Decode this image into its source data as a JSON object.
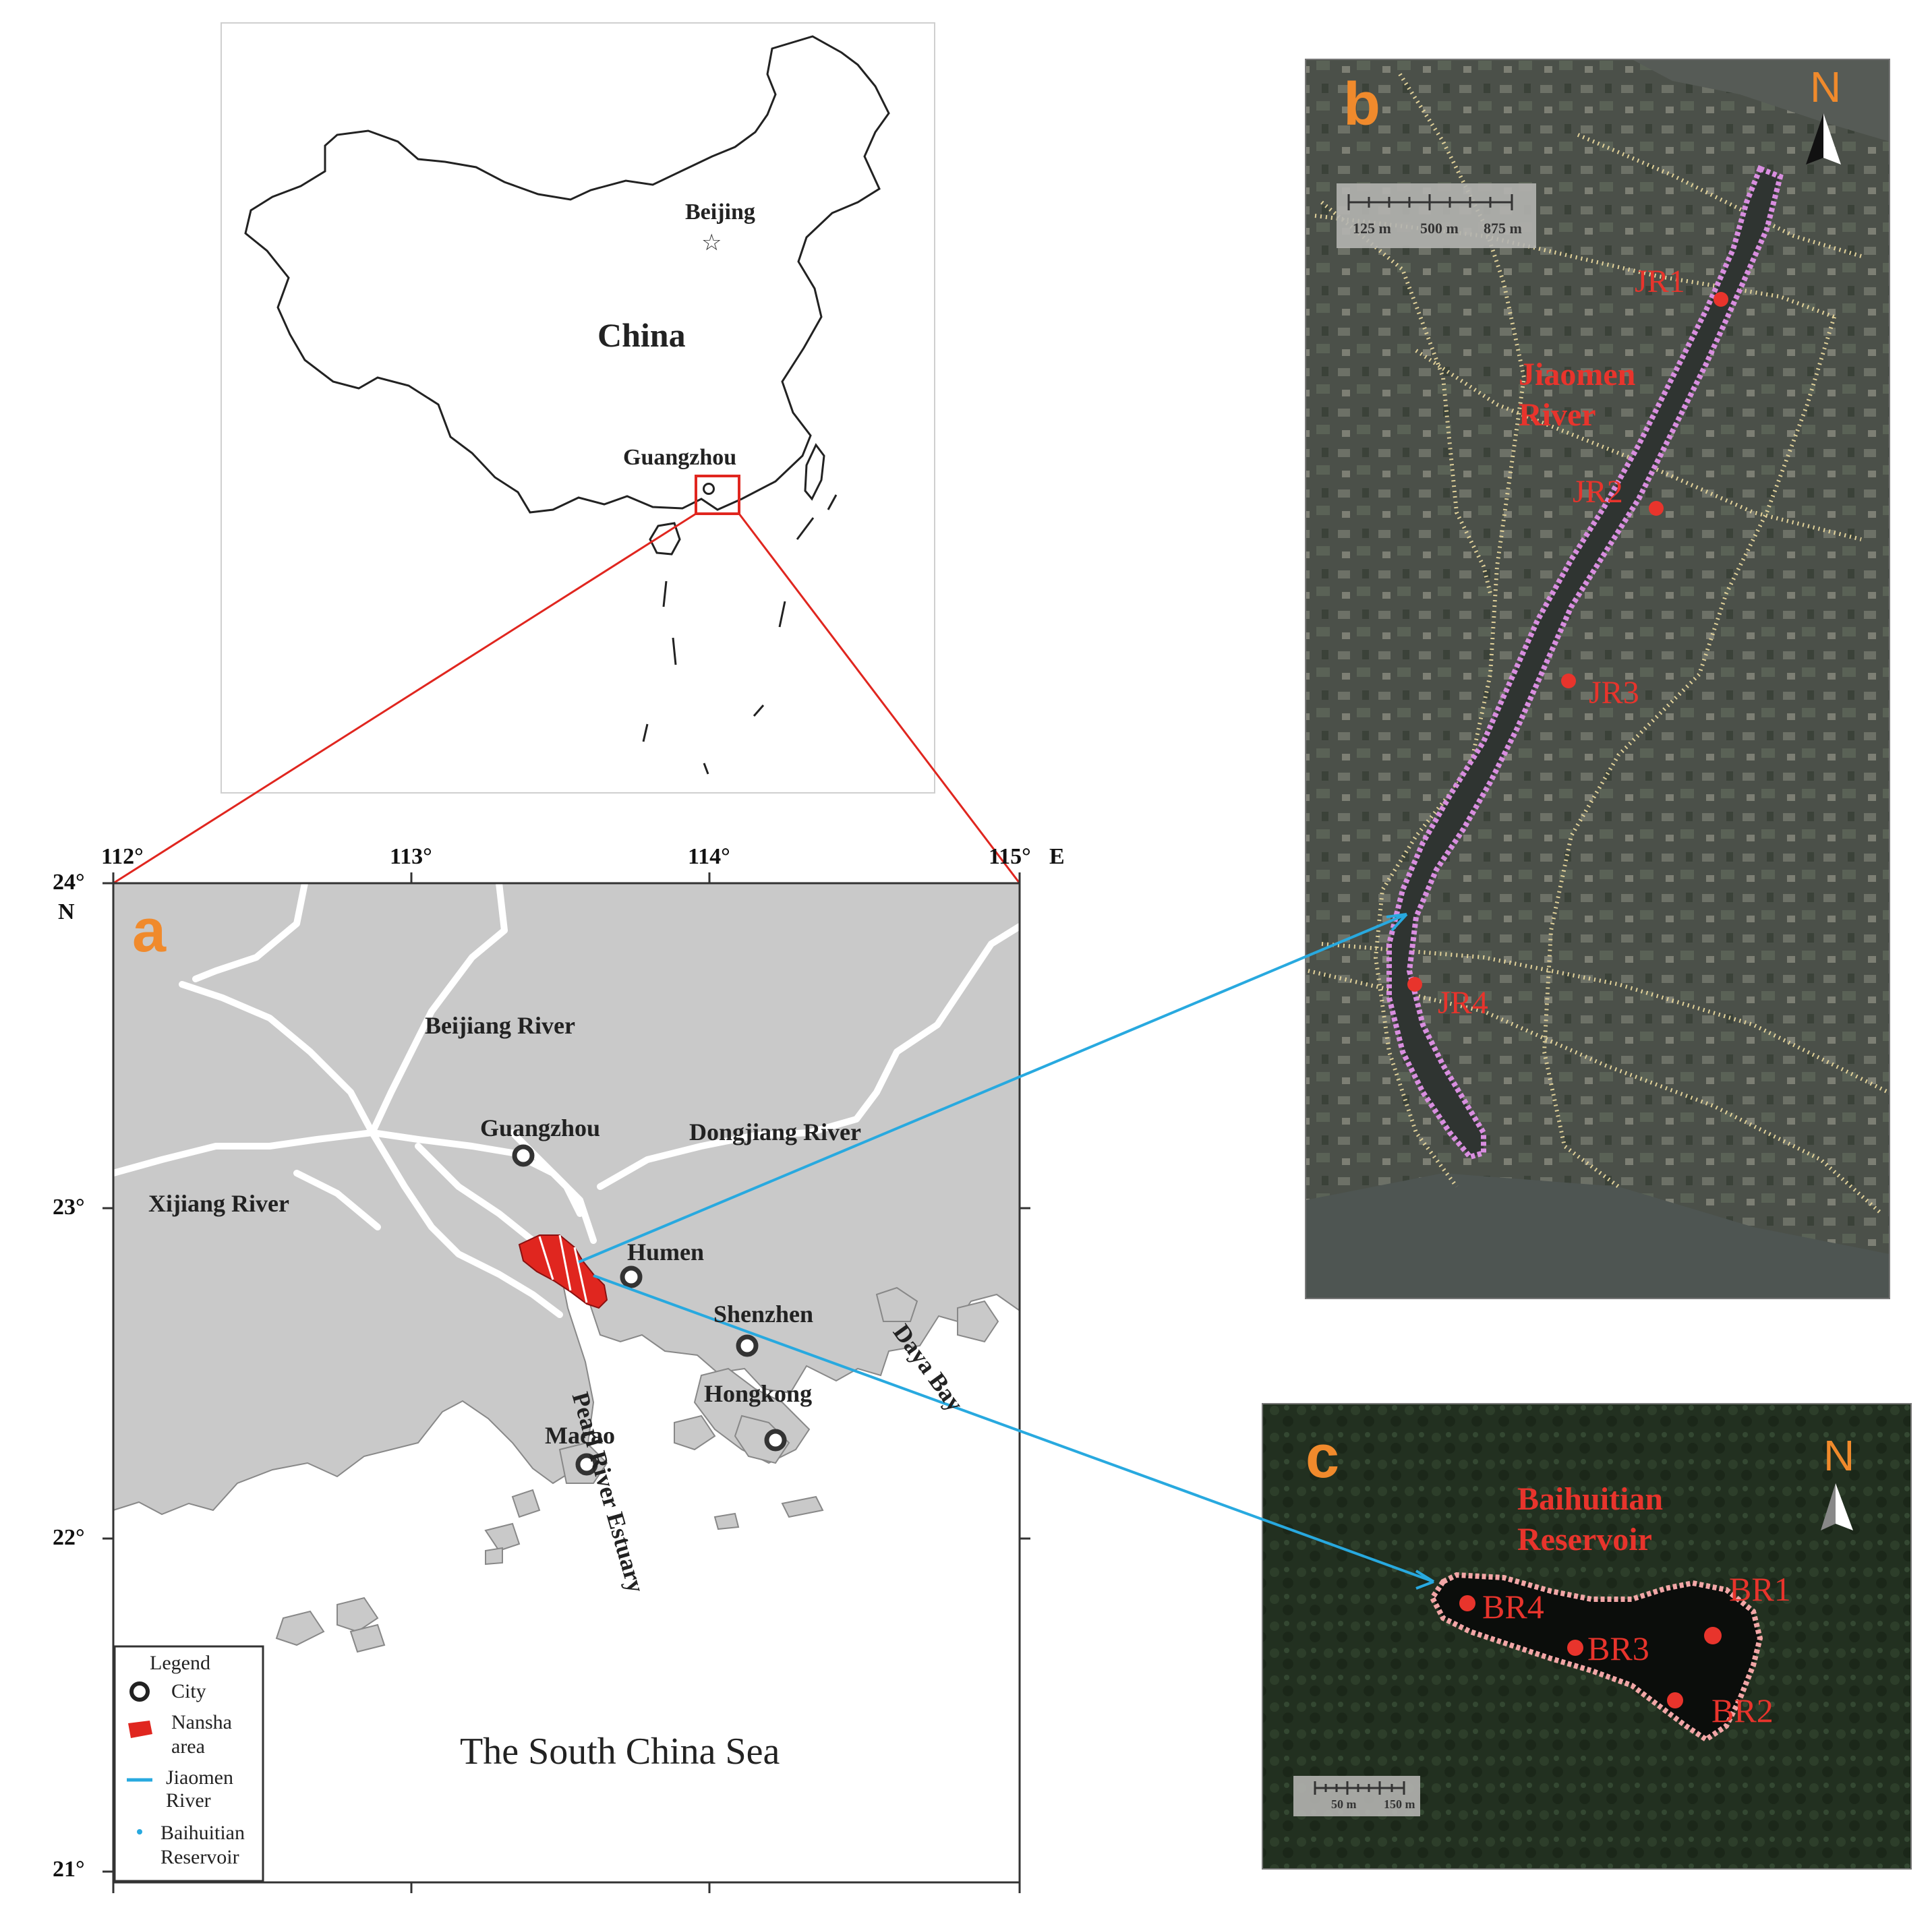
{
  "colors": {
    "land": "#c9c9c9",
    "nansha": "#e0261f",
    "connector_red": "#e0261f",
    "connector_blue": "#28a9df",
    "panel_letter": "#f08a2c",
    "sample_label": "#e8342c",
    "river_buffer": "#d98ee0",
    "road": "#e2d29a",
    "reservoir_buffer": "#f2a6a6"
  },
  "inset_china": {
    "country_label": "China",
    "capital_label": "Beijing",
    "city_label": "Guangzhou",
    "capital_icon": "star-icon",
    "city_icon": "circle-icon"
  },
  "panel_a": {
    "letter": "a",
    "lon_ticks": [
      "112°",
      "113°",
      "114°",
      "115°"
    ],
    "lon_suffix": "E",
    "lat_ticks": [
      "24°",
      "23°",
      "22°",
      "21°"
    ],
    "lat_suffix": "N",
    "rivers": [
      "Beijiang River",
      "Dongjiang River",
      "Xijiang River"
    ],
    "cities": [
      "Guangzhou",
      "Humen",
      "Shenzhen",
      "Hongkong",
      "Macao"
    ],
    "estuary_label": "Pearl River Estuary",
    "bay_label": "Daya Bay",
    "sea_label": "The South China Sea",
    "legend": {
      "title": "Legend",
      "items": [
        {
          "line1": "City",
          "line2": "",
          "icon": "circle-icon"
        },
        {
          "line1": "Nansha",
          "line2": "area",
          "icon": "red-patch-icon"
        },
        {
          "line1": "Jiaomen",
          "line2": "River",
          "icon": "blue-line-icon"
        },
        {
          "line1": "Baihuitian",
          "line2": "Reservoir",
          "icon": "blue-dot-icon"
        }
      ]
    }
  },
  "panel_b": {
    "letter": "b",
    "north": "N",
    "scale_labels": [
      "125 m",
      "500 m",
      "875 m"
    ],
    "river_label_1": "Jiaomen",
    "river_label_2": "River",
    "samples": [
      "JR1",
      "JR2",
      "JR3",
      "JR4"
    ]
  },
  "panel_c": {
    "letter": "c",
    "north": "N",
    "scale_labels": [
      "50 m",
      "150 m"
    ],
    "reservoir_label_1": "Baihuitian",
    "reservoir_label_2": "Reservoir",
    "samples": [
      "BR1",
      "BR2",
      "BR3",
      "BR4"
    ]
  }
}
